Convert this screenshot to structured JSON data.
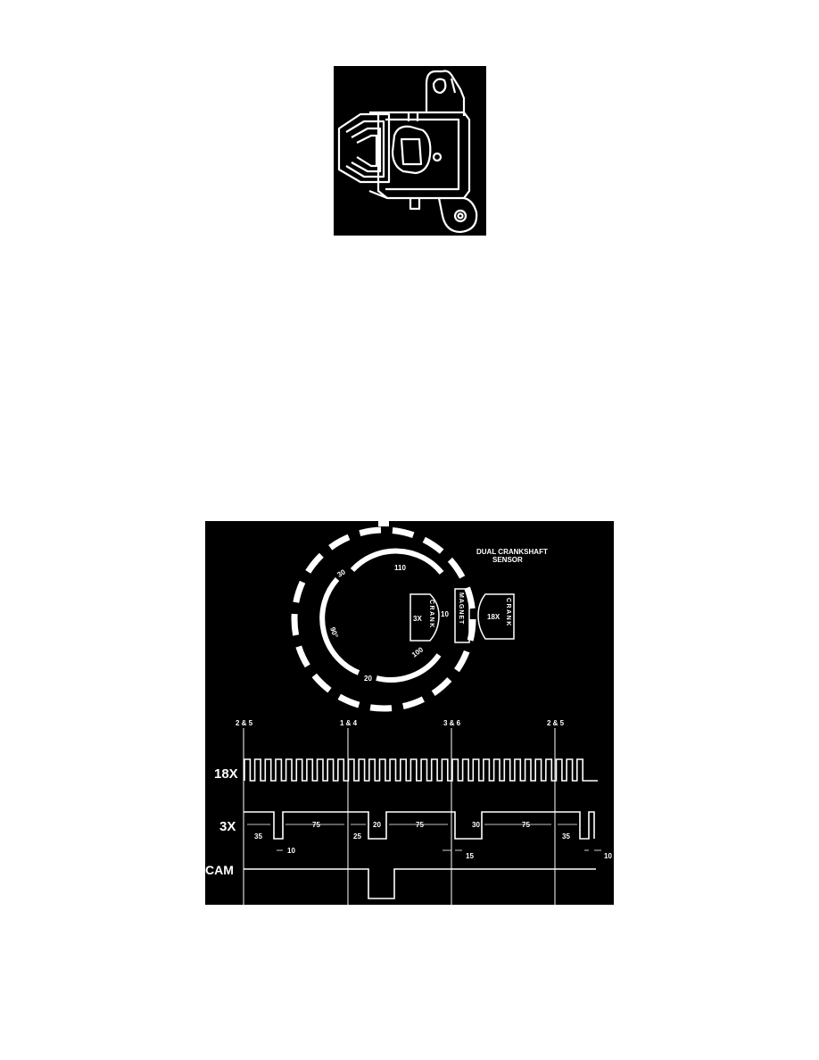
{
  "sensor_diagram": {
    "title_line1": "DUAL CRANKSHAFT",
    "title_line2": "SENSOR",
    "inner_labels": [
      "30",
      "110",
      "10",
      "100",
      "20",
      "90°"
    ],
    "label_3x": "3X",
    "label_crank_left": "CRANK",
    "label_magnet": "MAGNET",
    "label_18x": "18X",
    "label_crank_right": "CRANK"
  },
  "timing": {
    "cylinder_markers": [
      "2 & 5",
      "1 & 4",
      "3 & 6",
      "2 & 5"
    ],
    "signal_18x": "18X",
    "signal_3x": "3X",
    "signal_cam": "CAM",
    "dimensions": [
      "35",
      "75",
      "25",
      "20",
      "75",
      "30",
      "75",
      "35",
      "10",
      "15",
      "10"
    ]
  }
}
